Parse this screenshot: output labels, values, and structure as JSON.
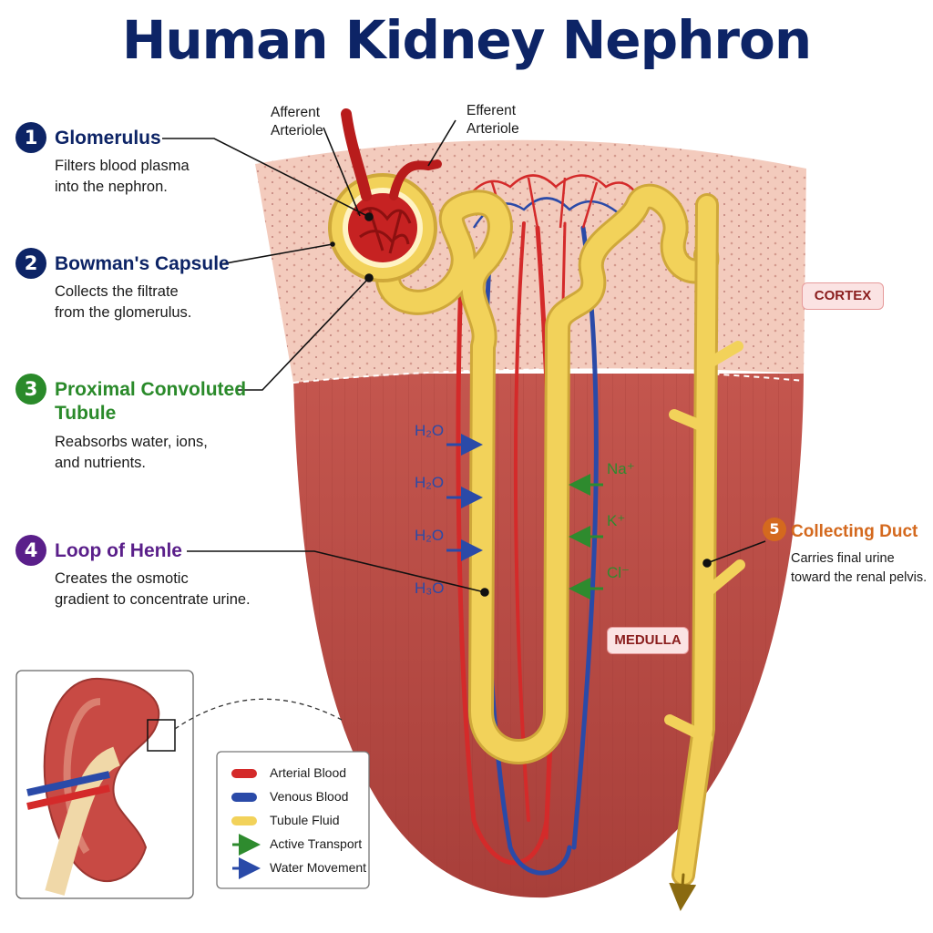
{
  "title": "Human Kidney Nephron",
  "arterioles": {
    "afferent": [
      "Afferent",
      "Arteriole"
    ],
    "efferent": [
      "Efferent",
      "Arteriole"
    ]
  },
  "zones": {
    "cortex": "CORTEX",
    "medulla": "MEDULLA"
  },
  "parts": [
    {
      "num": "1",
      "title": [
        "Glomerulus"
      ],
      "desc": [
        "Filters blood plasma",
        "into the nephron."
      ],
      "color": "#0d2466"
    },
    {
      "num": "2",
      "title": [
        "Bowman's Capsule"
      ],
      "desc": [
        "Collects the filtrate",
        "from the glomerulus."
      ],
      "color": "#0d2466"
    },
    {
      "num": "3",
      "title": [
        "Proximal Convoluted",
        "Tubule"
      ],
      "desc": [
        "Reabsorbs water, ions,",
        "and nutrients."
      ],
      "color": "#2a8a2a"
    },
    {
      "num": "4",
      "title": [
        "Loop of Henle"
      ],
      "desc": [
        "Creates the osmotic",
        "gradient to concentrate urine."
      ],
      "color": "#5a1f8a"
    },
    {
      "num": "5",
      "title": [
        "Collecting Duct"
      ],
      "desc": [
        "Carries final urine",
        "toward the renal pelvis."
      ],
      "color": "#d4691e"
    }
  ],
  "water_labels": [
    "H₂O",
    "H₂O",
    "H₂O",
    "H₃O"
  ],
  "ion_labels": [
    "Na⁺",
    "K⁺",
    "Cl⁻"
  ],
  "legend": [
    {
      "label": "Arterial Blood",
      "kind": "arterial",
      "color": "#d42a2a"
    },
    {
      "label": "Venous Blood",
      "kind": "venous",
      "color": "#2a4aa8"
    },
    {
      "label": "Tubule Fluid",
      "kind": "tubule",
      "color": "#f2d25a"
    },
    {
      "label": "Active Transport",
      "kind": "arrow",
      "color": "#2e8b2e"
    },
    {
      "label": "Water Movement",
      "kind": "arrow",
      "color": "#2a4aa8"
    }
  ],
  "colors": {
    "title": "#0d2466",
    "tissue": "#b84a44",
    "cortex": "#f3cbbd",
    "tubule": "#f2d25a",
    "artery": "#d42a2a",
    "vein": "#2a4aa8"
  }
}
